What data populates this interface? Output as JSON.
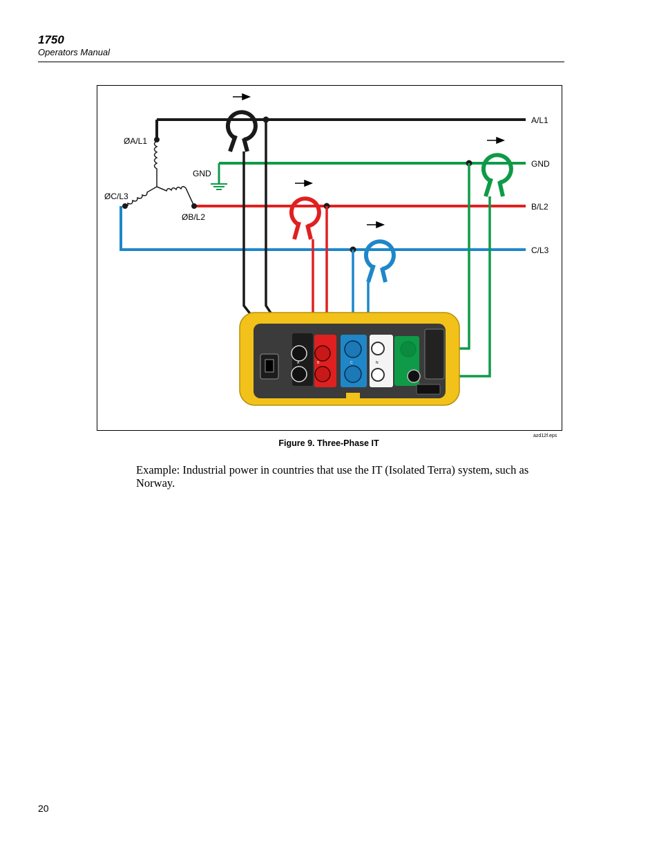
{
  "header": {
    "model": "1750",
    "subtitle": "Operators Manual"
  },
  "figure": {
    "caption": "Figure 9. Three-Phase IT",
    "file_label": "azd12f.eps",
    "line_labels": {
      "a": "A/L1",
      "gnd": "GND",
      "b": "B/L2",
      "c": "C/L3"
    },
    "source_labels": {
      "phase_a": "ØA/L1",
      "phase_b": "ØB/L2",
      "phase_c": "ØC/L3",
      "gnd": "GND"
    },
    "jack_labels": {
      "a": "A",
      "b": "B",
      "c": "C",
      "n": "N"
    },
    "colors": {
      "phase_a": "#1a1a1a",
      "phase_b": "#e02020",
      "phase_c": "#1f87c8",
      "gnd": "#0f9a48",
      "case": "#f2c21a"
    }
  },
  "body": {
    "paragraph": "Example: Industrial power in countries that use the IT (Isolated Terra) system, such as Norway."
  },
  "footer": {
    "page_number": "20"
  }
}
